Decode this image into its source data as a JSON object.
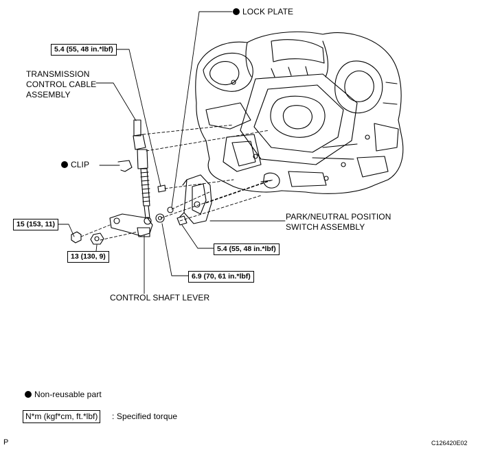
{
  "labels": {
    "lock_plate": "LOCK PLATE",
    "cable_line1": "TRANSMISSION",
    "cable_line2": "CONTROL CABLE",
    "cable_line3": "ASSEMBLY",
    "clip": "CLIP",
    "park_line1": "PARK/NEUTRAL POSITION",
    "park_line2": "SWITCH ASSEMBLY",
    "control_lever": "CONTROL SHAFT LEVER"
  },
  "torques": {
    "cable_top": "5.4 (55, 48 in.*lbf)",
    "nut_15": "15 (153, 11)",
    "nut_13": "13 (130, 9)",
    "bolt_right": "5.4 (55, 48 in.*lbf)",
    "nut_69": "6.9 (70, 61 in.*lbf)"
  },
  "legend": {
    "non_reusable": "Non-reusable part",
    "torque_format": "N*m (kgf*cm, ft.*lbf)",
    "torque_desc": ": Specified torque"
  },
  "footer": {
    "page_letter": "P",
    "figure_code": "C126420E02"
  }
}
